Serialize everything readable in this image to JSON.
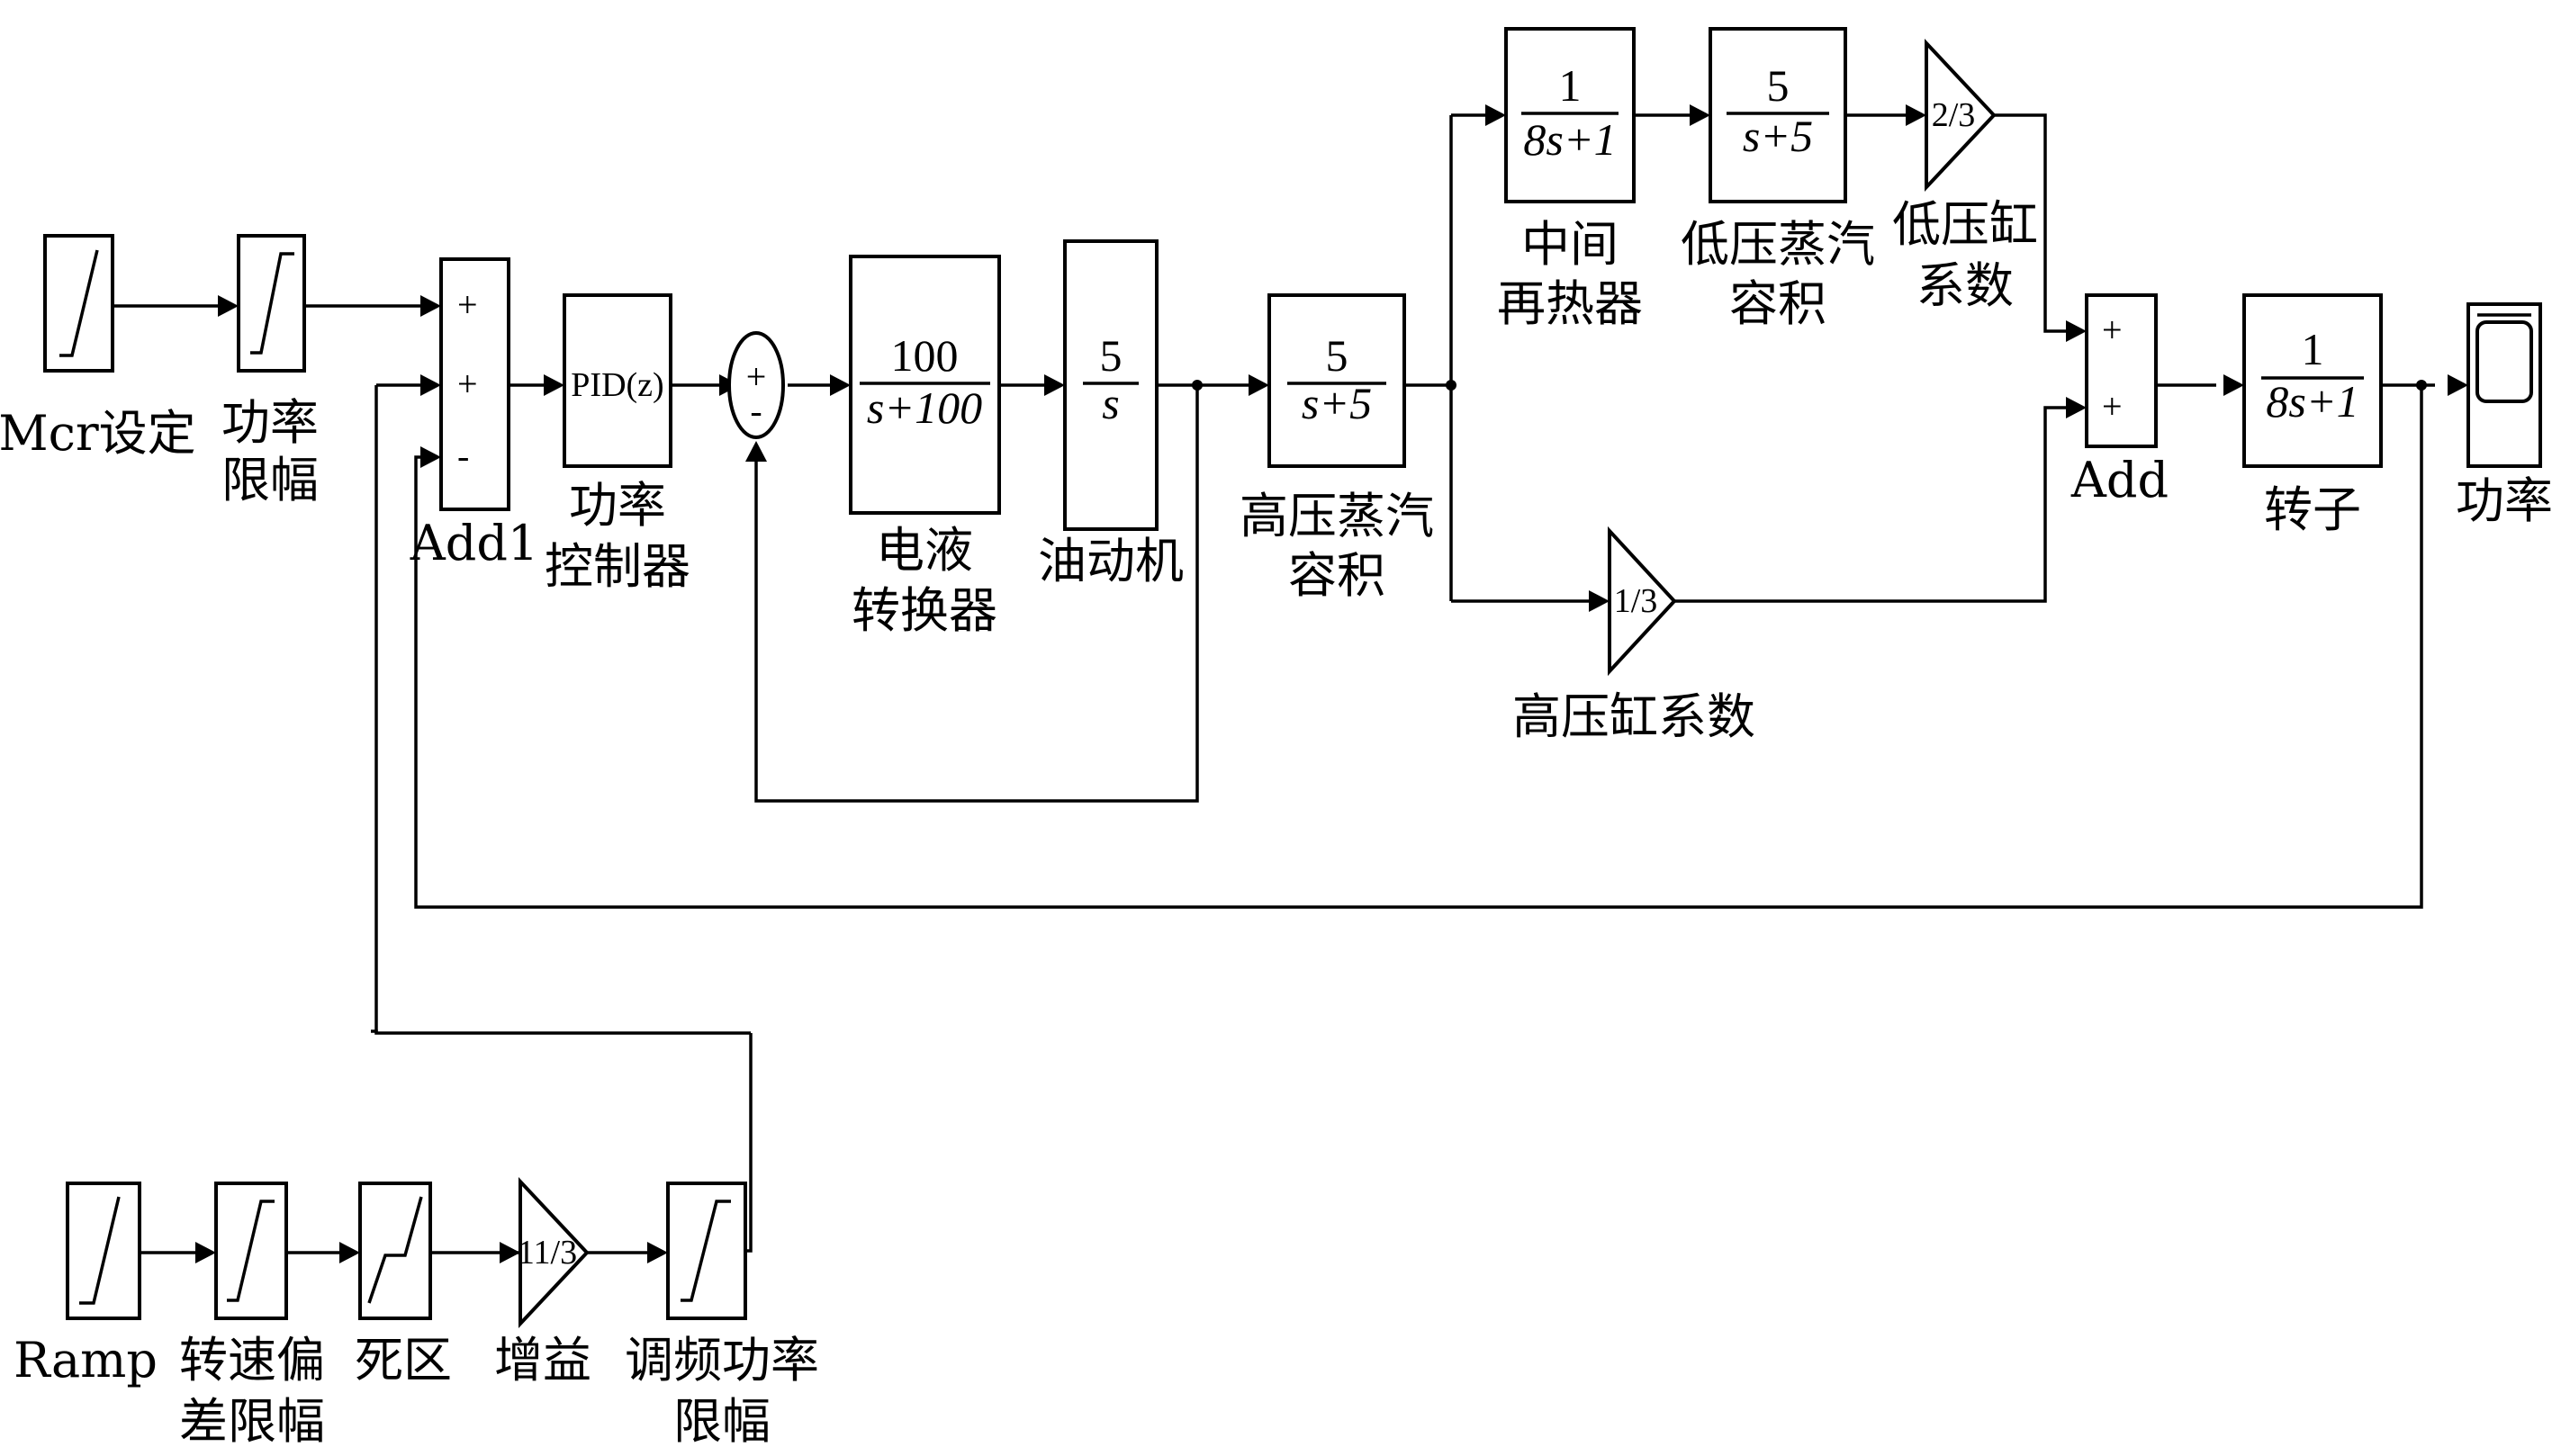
{
  "blocks": {
    "mcr": {
      "label": "Mcr设定"
    },
    "power_limit": {
      "label_l1": "功率",
      "label_l2": "限幅"
    },
    "add1": {
      "label": "Add1",
      "signs": [
        "+",
        "+",
        "-"
      ]
    },
    "pid": {
      "text": "PID(z)",
      "label_l1": "功率",
      "label_l2": "控制器"
    },
    "sum_inner": {
      "signs": [
        "+",
        "-"
      ]
    },
    "ehc": {
      "num": "100",
      "den": "s+100",
      "label_l1": "电液",
      "label_l2": "转换器"
    },
    "servo": {
      "num": "5",
      "den": "s",
      "label": "油动机"
    },
    "hp_vol": {
      "num": "5",
      "den": "s+5",
      "label_l1": "高压蒸汽",
      "label_l2": "容积"
    },
    "reheater": {
      "num": "1",
      "den": "8s+1",
      "label_l1": "中间",
      "label_l2": "再热器"
    },
    "lp_vol": {
      "num": "5",
      "den": "s+5",
      "label_l1": "低压蒸汽",
      "label_l2": "容积"
    },
    "lp_gain": {
      "value": "2/3",
      "label_l1": "低压缸",
      "label_l2": "系数"
    },
    "hp_gain": {
      "value": "1/3",
      "label": "高压缸系数"
    },
    "add": {
      "label": "Add",
      "signs": [
        "+",
        "+"
      ]
    },
    "rotor": {
      "num": "1",
      "den": "8s+1",
      "label": "转子"
    },
    "scope": {
      "label": "功率"
    },
    "ramp": {
      "label": "Ramp"
    },
    "speed_limit": {
      "label_l1": "转速偏",
      "label_l2": "差限幅"
    },
    "deadzone": {
      "label": "死区"
    },
    "freq_gain": {
      "value": "11/3",
      "label": "增益"
    },
    "freq_limit": {
      "label_l1": "调频功率",
      "label_l2": "限幅"
    }
  }
}
